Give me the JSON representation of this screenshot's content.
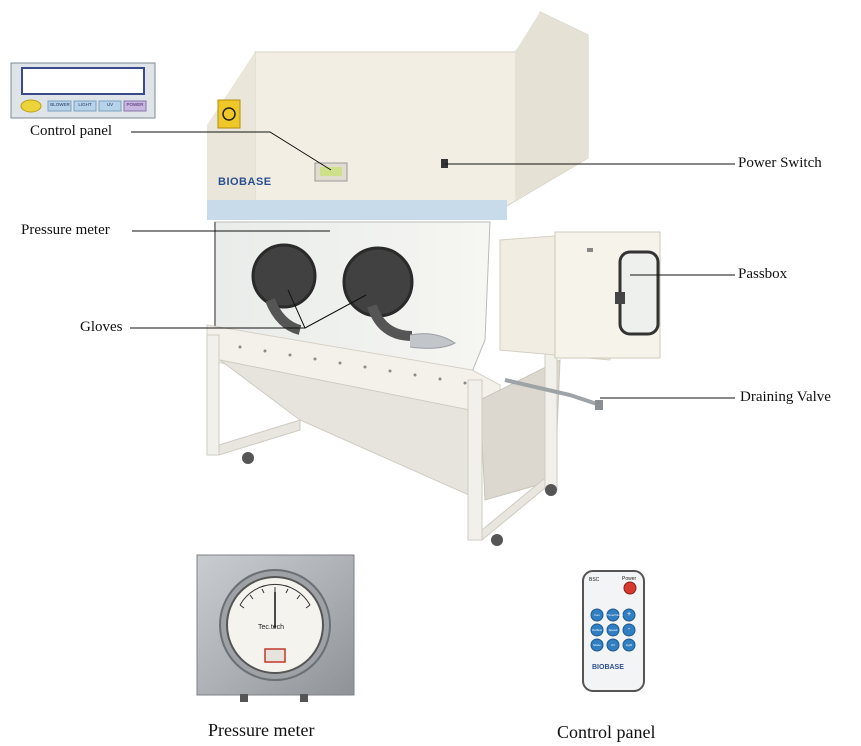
{
  "brand": "BIOBASE",
  "callouts": {
    "control_panel": "Control panel",
    "pressure_meter": "Pressure meter",
    "gloves": "Gloves",
    "power_switch": "Power Switch",
    "passbox": "Passbox",
    "draining_valve": "Draining Valve"
  },
  "captions": {
    "pressure_meter": "Pressure meter",
    "control_panel": "Control panel"
  },
  "panel_buttons": [
    "BLOWER",
    "LIGHT",
    "UV",
    "POWER"
  ],
  "remote": {
    "top_left": "BSC",
    "top_right": "Power",
    "keys": [
      "Fan",
      "Timer/Clean",
      "+",
      "Outflow",
      "Speed",
      "-",
      "Mode",
      "UV",
      "Light"
    ],
    "brand": "BIOBASE"
  },
  "gauge_brand": "Tec.tech",
  "colors": {
    "cabinet": "#f3efe6",
    "cabinet_shade": "#e2ddd1",
    "blue_stripe": "#c5d9ea",
    "glove": "#3b3b3b",
    "remote_key": "#2f7fc2",
    "power_red": "#d63a2f",
    "panel_yellow": "#ecd33a"
  }
}
